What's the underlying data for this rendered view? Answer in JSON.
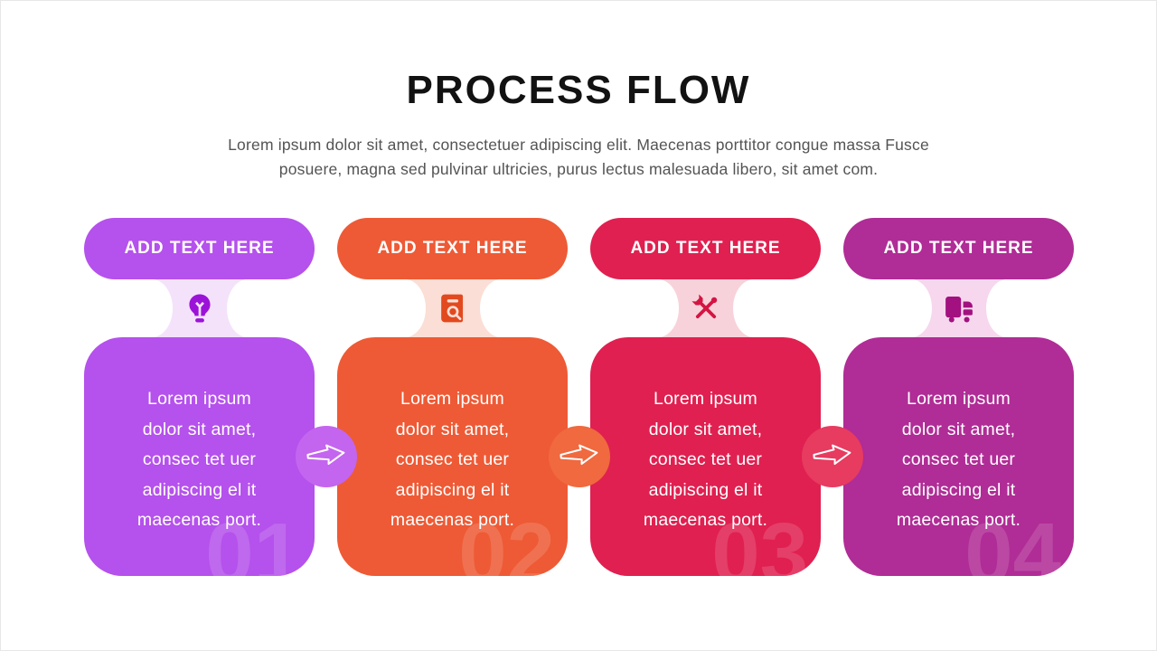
{
  "slide": {
    "title": "PROCESS FLOW",
    "subtitle": "Lorem ipsum dolor sit amet, consectetuer adipiscing elit. Maecenas porttitor congue massa Fusce\nposuere, magna sed pulvinar ultricies, purus lectus malesuada libero, sit amet com."
  },
  "steps": [
    {
      "header": "ADD TEXT HERE",
      "body": "Lorem ipsum\ndolor sit amet,\nconsec tet uer\nadipiscing el it\nmaecenas port.",
      "number": "01",
      "icon": "lightbulb-icon",
      "color": "#b551ec",
      "light_color": "#f4e2fb",
      "icon_color": "#9c13d8"
    },
    {
      "header": "ADD TEXT HERE",
      "body": "Lorem ipsum\ndolor sit amet,\nconsec tet uer\nadipiscing el it\nmaecenas port.",
      "number": "02",
      "icon": "book-search-icon",
      "color": "#ee5a35",
      "light_color": "#fbded5",
      "icon_color": "#e2491f"
    },
    {
      "header": "ADD TEXT HERE",
      "body": "Lorem ipsum\ndolor sit amet,\nconsec tet uer\nadipiscing el it\nmaecenas port.",
      "number": "03",
      "icon": "crossed-tools-icon",
      "color": "#e02050",
      "light_color": "#f8d2da",
      "icon_color": "#d41543"
    },
    {
      "header": "ADD TEXT HERE",
      "body": "Lorem ipsum\ndolor sit amet,\nconsec tet uer\nadipiscing el it\nmaecenas port.",
      "number": "04",
      "icon": "delivery-truck-icon",
      "color": "#b02c96",
      "light_color": "#f6d7ee",
      "icon_color": "#a2117f"
    }
  ],
  "arrows": [
    {
      "icon": "arrow-right-icon",
      "color": "#c465ef"
    },
    {
      "icon": "arrow-right-icon",
      "color": "#f0693f"
    },
    {
      "icon": "arrow-right-icon",
      "color": "#e73b60"
    }
  ]
}
